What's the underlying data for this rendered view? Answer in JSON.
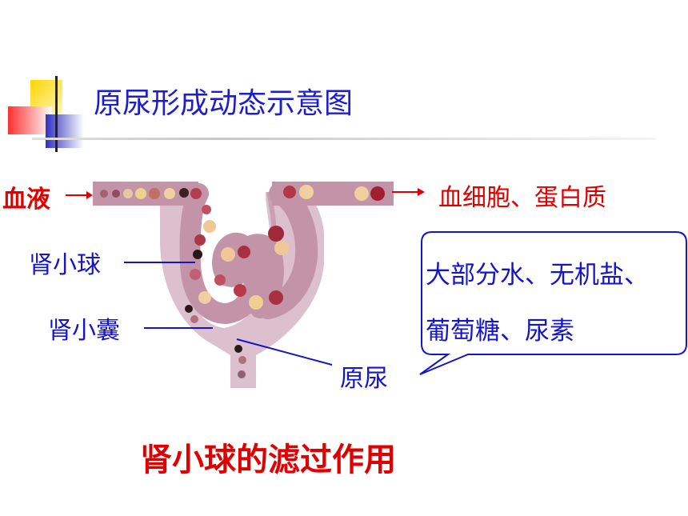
{
  "title": "原尿形成动态示意图",
  "labels": {
    "blood": "血液",
    "output": "血细胞、蛋白质",
    "glomerulus": "肾小球",
    "capsule": "肾小囊",
    "primary_urine": "原尿"
  },
  "bubble": {
    "line1": "大部分水、无机盐、",
    "line2": "葡萄糖、尿素"
  },
  "caption": "肾小球的滤过作用",
  "colors": {
    "title_blue": "#1d1dd0",
    "label_blue": "#1515c8",
    "label_red": "#e00000",
    "tissue": "#d9b7c7",
    "tube": "#c392a6"
  }
}
